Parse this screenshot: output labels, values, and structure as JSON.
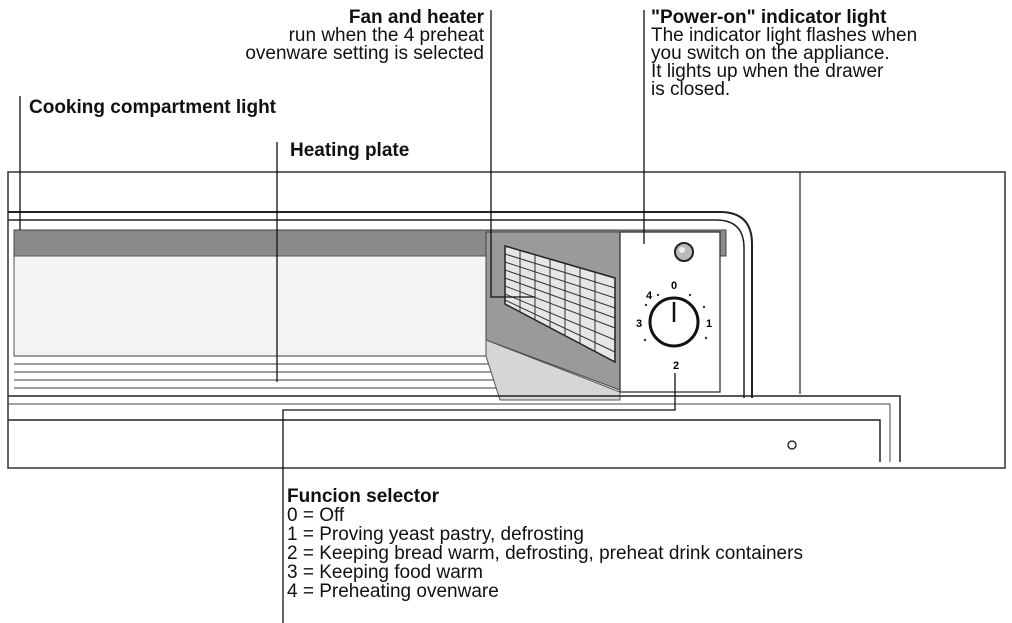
{
  "labels": {
    "fan_heater": {
      "title": "Fan and heater",
      "lines": [
        "run when the 4 preheat",
        "ovenware setting is selected"
      ]
    },
    "power_on": {
      "title": "\"Power-on\" indicator light",
      "lines": [
        "The indicator light flashes when",
        "you switch on the appliance.",
        "It lights up when the drawer",
        "is closed."
      ]
    },
    "cooking_light": {
      "title": "Cooking compartment light"
    },
    "heating_plate": {
      "title": "Heating plate"
    },
    "function_selector": {
      "title": "Funcion selector",
      "items": [
        "0 = Off",
        "1 = Proving yeast pastry, defrosting",
        "2 = Keeping bread warm, defrosting, preheat drink containers",
        "3 = Keeping food warm",
        "4 = Preheating ovenware"
      ]
    }
  },
  "dial": {
    "marks": [
      "0",
      "1",
      "2",
      "3",
      "4"
    ]
  }
}
